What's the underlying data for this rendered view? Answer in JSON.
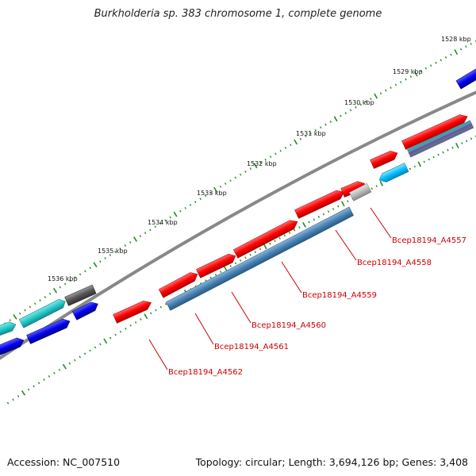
{
  "title": "Burkholderia sp. 383 chromosome 1, complete genome",
  "footer": {
    "accession": "Accession: NC_007510",
    "stats": "Topology: circular; Length: 3,694,126 bp; Genes: 3,408"
  },
  "ticks": [
    "1528 kbp",
    "1529 kbp",
    "1530 kbp",
    "1531 kbp",
    "1532 kbp",
    "1533 kbp",
    "1534 kbp",
    "1535 kbp",
    "1536 kbp"
  ],
  "gene_labels": [
    "Bcep18194_A4557",
    "Bcep18194_A4558",
    "Bcep18194_A4559",
    "Bcep18194_A4560",
    "Bcep18194_A4561",
    "Bcep18194_A4562"
  ],
  "colors": {
    "cds_red": "#ff0000",
    "cds_blue": "#0000ee",
    "cds_cyan": "#22c8c8",
    "cds_steel": "#4682b4",
    "cds_lightblue": "#00bfff",
    "cds_gray": "#bbbbbb",
    "cds_darkgray": "#555555",
    "backbone": "#888888",
    "tick": "#228b22",
    "label": "#cc0000"
  }
}
